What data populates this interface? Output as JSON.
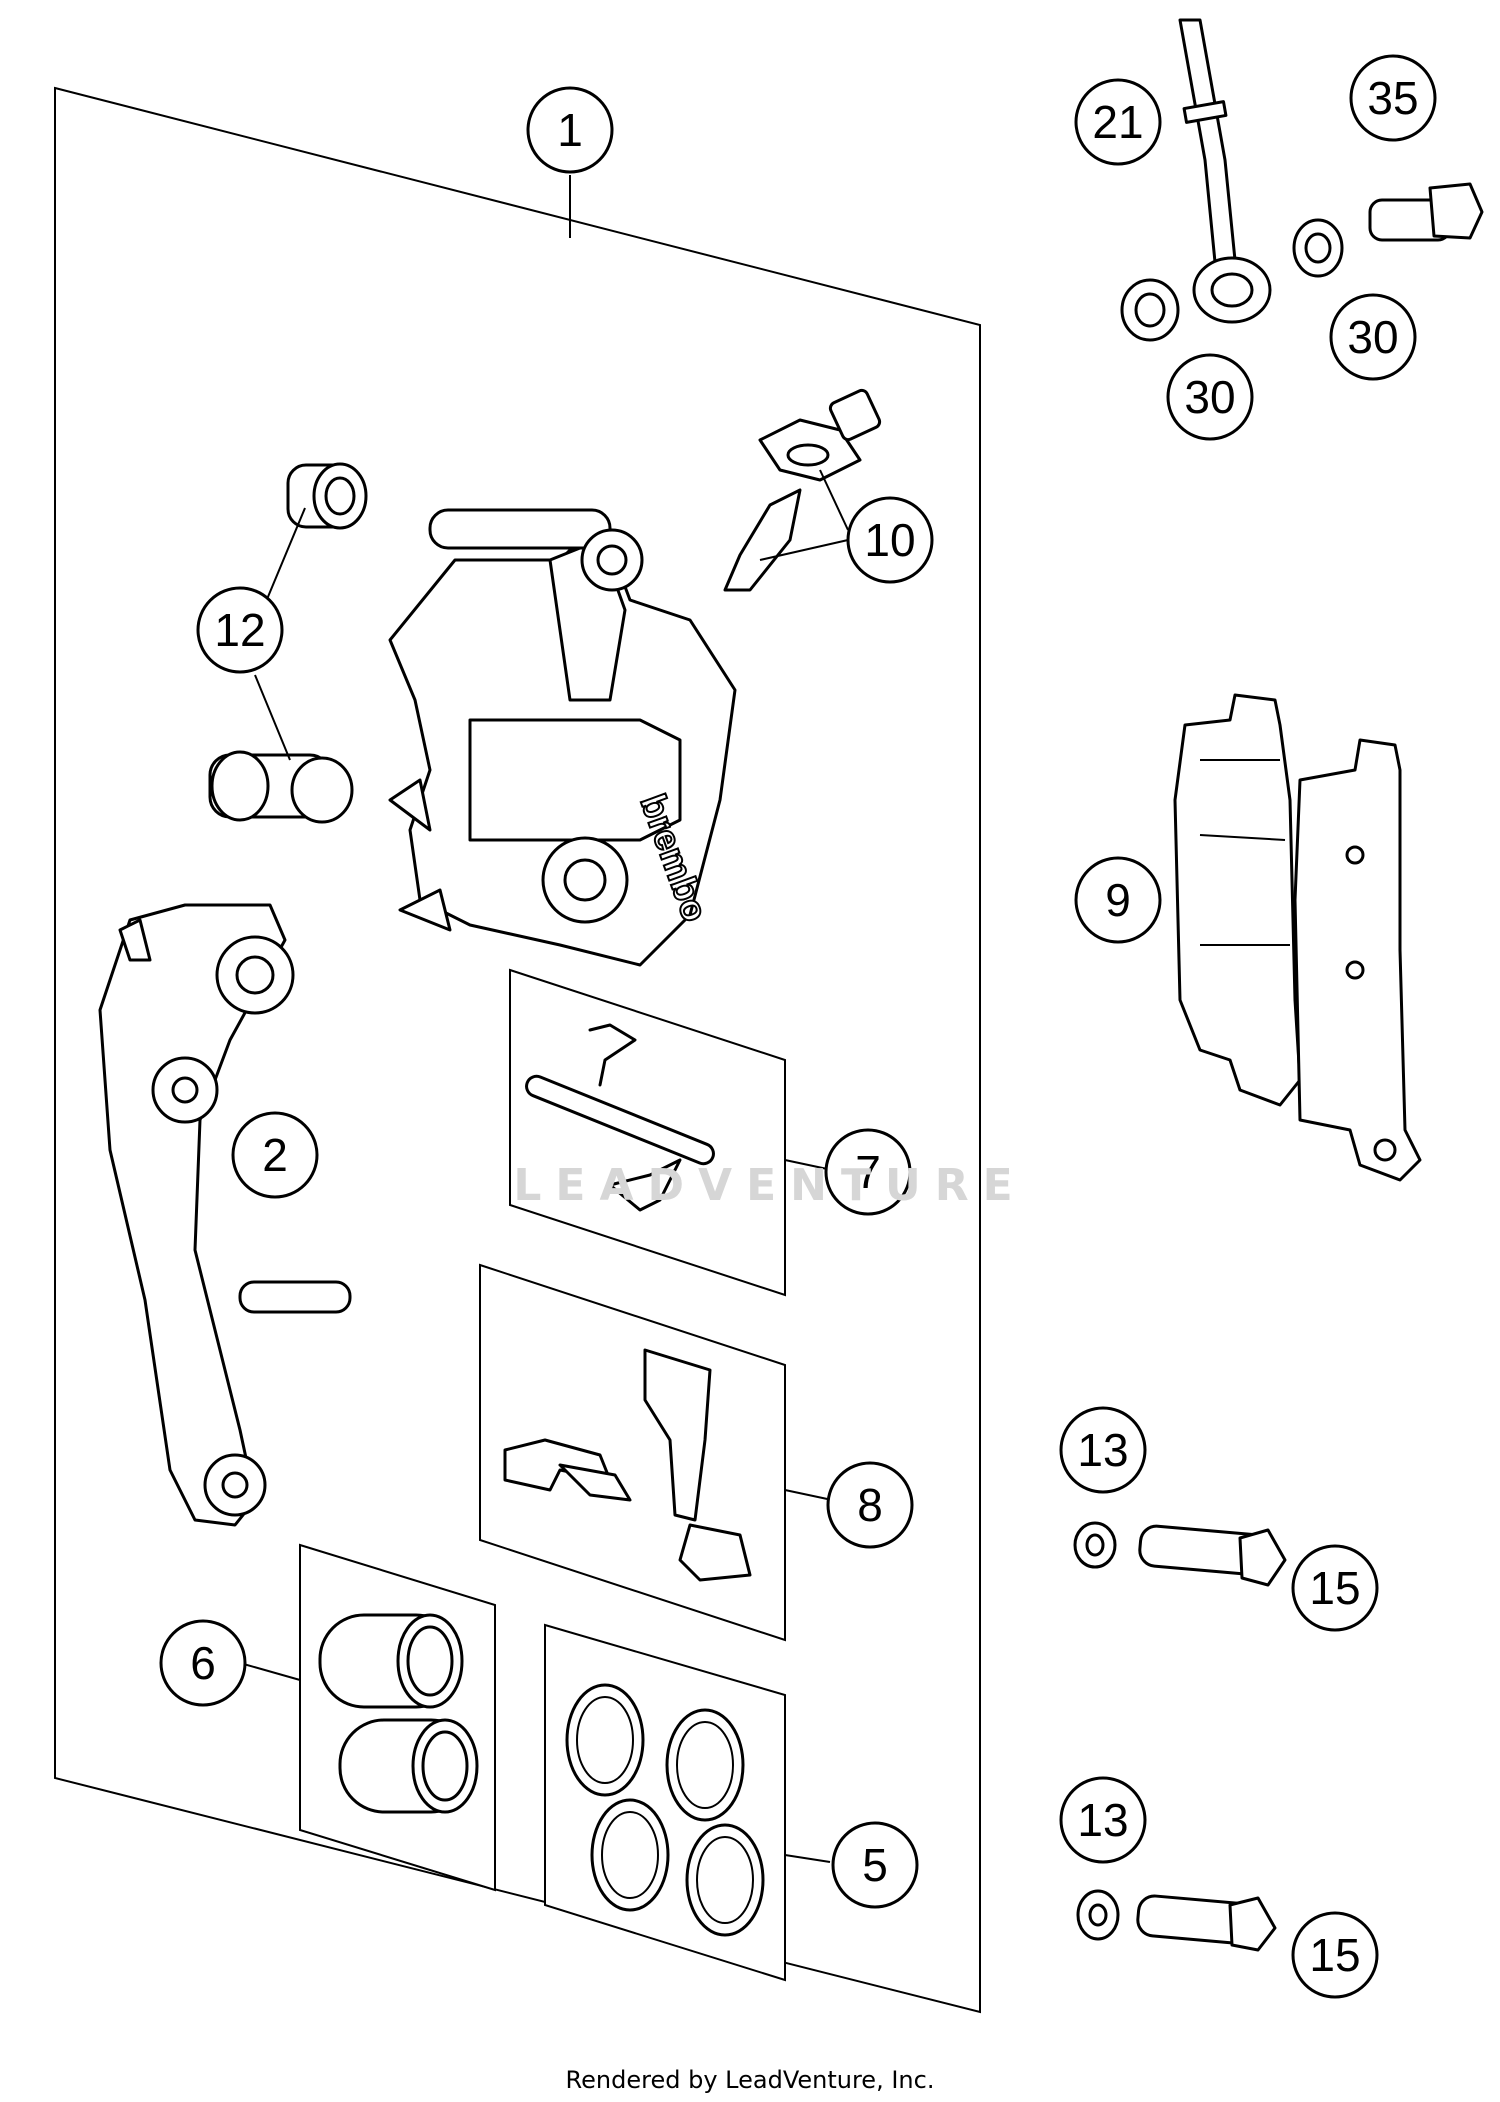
{
  "title": "",
  "footer": "Rendered by LeadVenture, Inc.",
  "watermark": "LEADVENTURE",
  "callouts": {
    "c1": "1",
    "c2": "2",
    "c5": "5",
    "c6": "6",
    "c7": "7",
    "c8": "8",
    "c9": "9",
    "c10": "10",
    "c12": "12",
    "c13a": "13",
    "c13b": "13",
    "c15a": "15",
    "c15b": "15",
    "c21": "21",
    "c30a": "30",
    "c30b": "30",
    "c35": "35"
  }
}
